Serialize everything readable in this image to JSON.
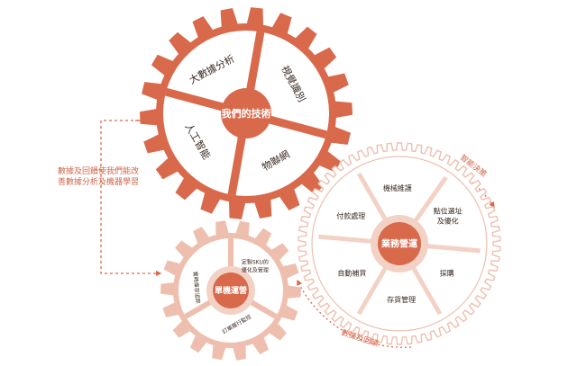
{
  "colors": {
    "gear_dark": "#d9694b",
    "gear_light": "#eebfae",
    "gear_outline": "#f3d2c6",
    "hub_mid": "#dd8a70",
    "text_dark": "#3a2a22",
    "accent_text": "#d2664a"
  },
  "tech_gear": {
    "hub": "我們的技術",
    "segments": [
      "大數據分析",
      "視覺識別",
      "物聯網",
      "人工智能"
    ]
  },
  "business_gear": {
    "hub": "業務營運",
    "segments": [
      "機械維護",
      "點位選址\n及優化",
      "採購",
      "存貨管理",
      "自動補貨",
      "付款處理"
    ]
  },
  "unit_gear": {
    "hub": "單機運營",
    "segments": [
      "定製SKU的\n優化及管理",
      "訂單履行監控",
      "實時庫存追踪"
    ]
  },
  "side_note": "數據及回饋使我們能改善數據分析及機器學習",
  "arc_labels": {
    "smart_decision": "智能決策",
    "data_feedback": "數據及回饋"
  }
}
